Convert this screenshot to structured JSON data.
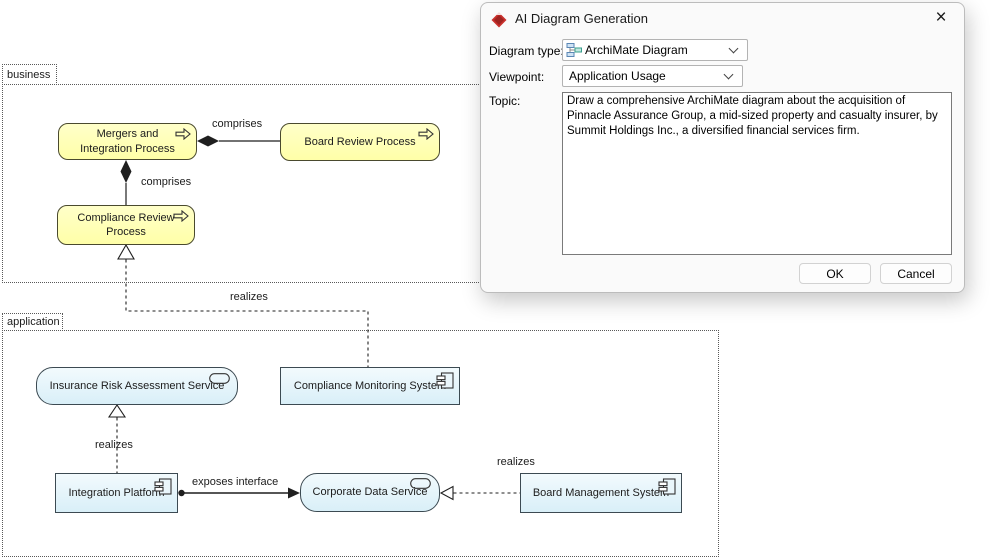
{
  "dialog": {
    "title": "AI Diagram Generation",
    "close_icon": "×",
    "diagram_type": {
      "label": "Diagram type:",
      "value": "ArchiMate Diagram"
    },
    "viewpoint": {
      "label": "Viewpoint:",
      "value": "Application Usage"
    },
    "topic": {
      "label": "Topic:",
      "value": "Draw a comprehensive ArchiMate diagram about the acquisition of Pinnacle Assurance Group, a mid-sized property and casualty insurer, by Summit Holdings Inc., a diversified financial services firm."
    },
    "buttons": {
      "ok": "OK",
      "cancel": "Cancel"
    }
  },
  "diagram": {
    "groups": [
      {
        "label": "business"
      },
      {
        "label": "application"
      }
    ],
    "nodes": [
      {
        "label": "Mergers and Integration Process",
        "type": "business-process"
      },
      {
        "label": "Board Review Process",
        "type": "business-process"
      },
      {
        "label": "Compliance Review Process",
        "type": "business-process"
      },
      {
        "label": "Insurance Risk Assessment Service",
        "type": "application-service"
      },
      {
        "label": "Compliance Monitoring System",
        "type": "application-component"
      },
      {
        "label": "Integration Platform",
        "type": "application-component"
      },
      {
        "label": "Corporate Data Service",
        "type": "application-service"
      },
      {
        "label": "Board Management System",
        "type": "application-component"
      }
    ],
    "edges": [
      {
        "label": "comprises",
        "type": "composition",
        "from": "Mergers and Integration Process",
        "to": "Board Review Process"
      },
      {
        "label": "comprises",
        "type": "composition",
        "from": "Mergers and Integration Process",
        "to": "Compliance Review Process"
      },
      {
        "label": "realizes",
        "type": "realization",
        "from": "Compliance Monitoring System",
        "to": "Compliance Review Process"
      },
      {
        "label": "realizes",
        "type": "realization",
        "from": "Integration Platform",
        "to": "Insurance Risk Assessment Service"
      },
      {
        "label": "exposes interface",
        "type": "assignment",
        "from": "Integration Platform",
        "to": "Corporate Data Service"
      },
      {
        "label": "realizes",
        "type": "realization",
        "from": "Board Management System",
        "to": "Corporate Data Service"
      }
    ],
    "colors": {
      "business_fill": "#ffffb5",
      "application_fill": "#e0f1f9",
      "element_border": "#404040",
      "connector": "#1f1f1f"
    }
  }
}
